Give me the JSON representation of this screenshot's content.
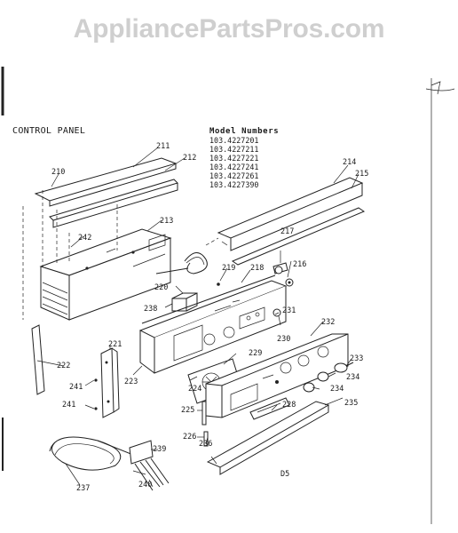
{
  "watermark": "AppliancePartsPros.com",
  "title": "CONTROL PANEL",
  "models": {
    "heading": "Model Numbers",
    "list": [
      "103.4227201",
      "103.4227211",
      "103.4227221",
      "103.4227241",
      "103.4227261",
      "103.4227390"
    ]
  },
  "parts": {
    "p210": "210",
    "p211": "211",
    "p212": "212",
    "p213": "213",
    "p214": "214",
    "p215": "215",
    "p216": "216",
    "p217": "217",
    "p218": "218",
    "p219": "219",
    "p220": "220",
    "p221": "221",
    "p222": "222",
    "p223": "223",
    "p224": "224",
    "p225": "225",
    "p226": "226",
    "p228": "228",
    "p229": "229",
    "p230": "230",
    "p231": "231",
    "p232": "232",
    "p233": "233",
    "p234a": "234",
    "p234b": "234",
    "p235": "235",
    "p236": "236",
    "p237": "237",
    "p238": "238",
    "p239": "239",
    "p240": "240",
    "p241a": "241",
    "p241b": "241",
    "p242": "242"
  },
  "page_code": "D5"
}
